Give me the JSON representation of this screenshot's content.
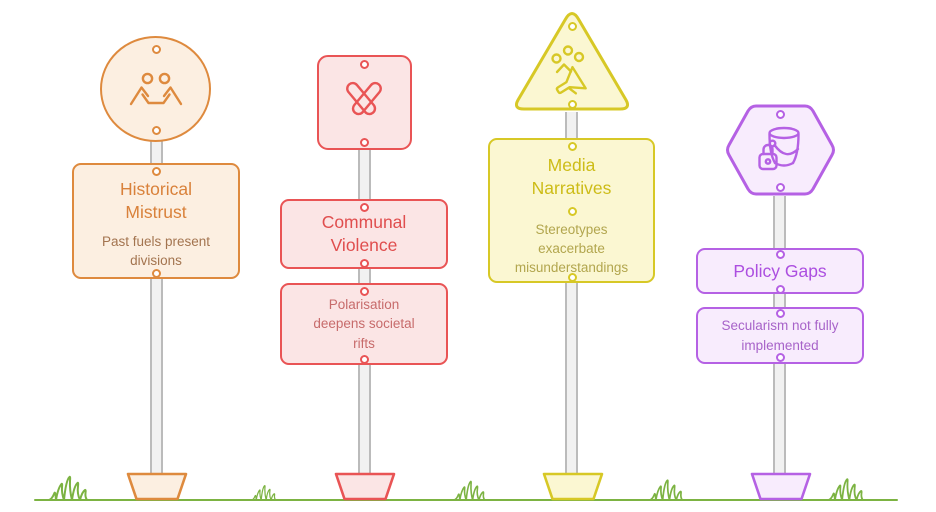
{
  "background": "#ffffff",
  "signs": [
    {
      "title": "Historical Mistrust",
      "description": "Past fuels present divisions",
      "shape": "circle",
      "icon": "people-group-icon",
      "colors": {
        "stroke": "#DE8A3E",
        "fill": "#FCEFE1",
        "title_text": "#D9813A",
        "desc_text": "#A3744F"
      }
    },
    {
      "title": "Communal Violence",
      "description": "Polarisation deepens societal rifts",
      "shape": "rounded-square",
      "icon": "crossed-fists-icon",
      "colors": {
        "stroke": "#E95455",
        "fill": "#FBE5E5",
        "title_text": "#E04E4E",
        "desc_text": "#C76B6B"
      }
    },
    {
      "title": "Media Narratives",
      "description": "Stereotypes exacerbate misunderstandings",
      "shape": "triangle",
      "icon": "megaphone-icon",
      "colors": {
        "stroke": "#D7C826",
        "fill": "#FBF7D2",
        "title_text": "#CDBC17",
        "desc_text": "#B2A64E"
      }
    },
    {
      "title": "Policy Gaps",
      "description": "Secularism not fully implemented",
      "shape": "hexagon",
      "icon": "bucket-padlock-icon",
      "colors": {
        "stroke": "#B561E4",
        "fill": "#F8ECFD",
        "title_text": "#AC4FE0",
        "desc_text": "#A763C9"
      }
    }
  ],
  "pole": {
    "fill": "#F1F1F1",
    "border": "#BBBBBB"
  },
  "ground": {
    "color": "#7CB342"
  }
}
